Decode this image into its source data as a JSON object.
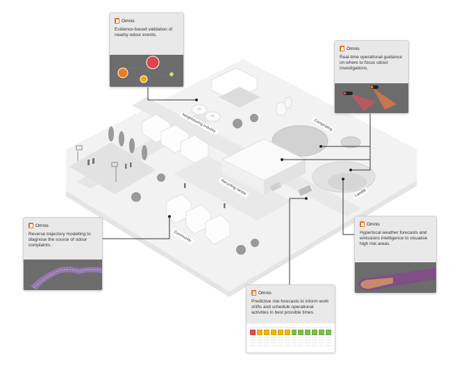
{
  "colors": {
    "brand": "#ef6a1e",
    "card_bg": "#e9e9e9",
    "visual_bg": "#6c6c6c",
    "risk_high": "#e84a3f",
    "risk_medium": "#f4b400",
    "risk_low": "#7cbf4a",
    "connector": "#333333"
  },
  "map": {
    "labels": {
      "neighbouring_industry": "Neighbouring industry",
      "composting": "Composting",
      "recycling_centre": "Recycling centre",
      "community": "Community",
      "landfill": "Landfill"
    }
  },
  "cards": {
    "validation": {
      "brand": "Omnis",
      "description": "Evidence-based validation of nearby odour events."
    },
    "guidance": {
      "brand": "Omnis",
      "description": "Real-time operational guidance on where to focus odour investigations.",
      "markers": [
        "sensor-high",
        "sensor-medium"
      ]
    },
    "trajectory": {
      "brand": "Omnis",
      "description": "Reverse trajectory modelling to diagnose the source of odour complaints."
    },
    "weather": {
      "brand": "Omnis",
      "description": "Hyperlocal weather forecasts and emissions intelligence to visualise high risk areas."
    },
    "forecast": {
      "brand": "Omnis",
      "description": "Predictive risk forecasts to inform work shifts and schedule operational activities in best possible times.",
      "risk_levels": [
        "high",
        "medium",
        "medium",
        "medium",
        "medium",
        "medium",
        "low",
        "low",
        "low",
        "low",
        "low",
        "low"
      ]
    }
  }
}
